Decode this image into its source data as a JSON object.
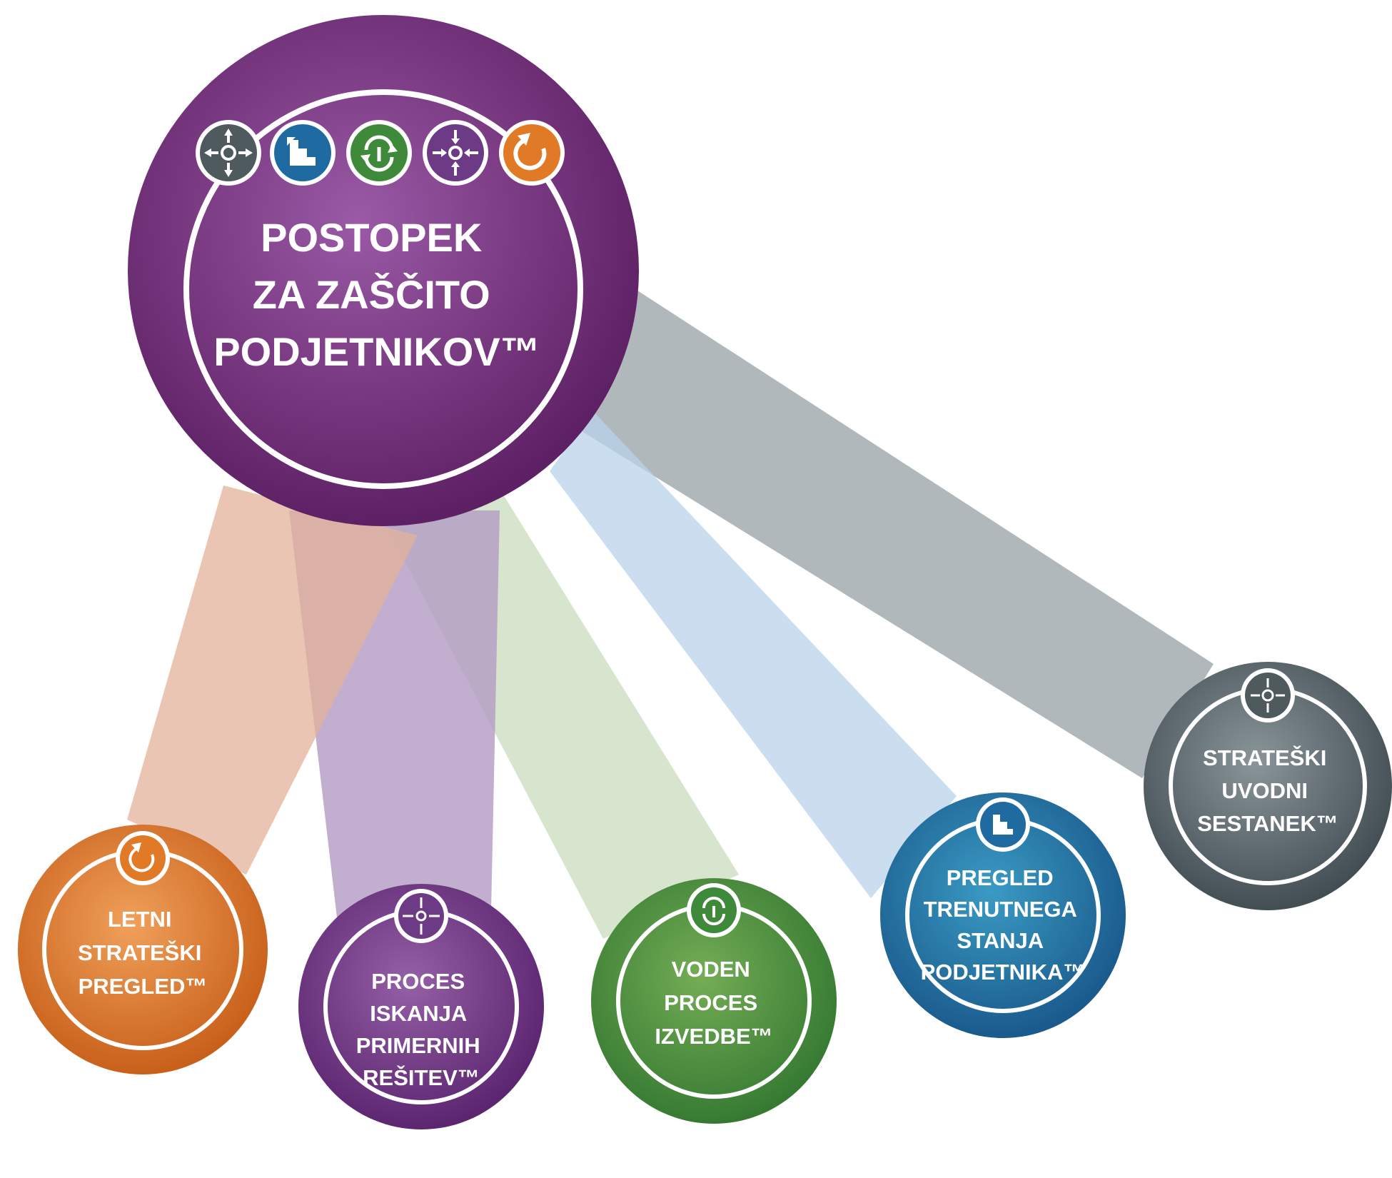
{
  "main": {
    "title_lines": [
      "POSTOPEK",
      "ZA ZAŠČITO",
      "PODJETNIKOV™"
    ],
    "color": "#6e2b74",
    "icons": [
      {
        "name": "compass-cross-icon",
        "color": "#4f5a5f"
      },
      {
        "name": "stairs-icon",
        "color": "#1f6aa0"
      },
      {
        "name": "cycle-arrows-icon",
        "color": "#3f8a3a"
      },
      {
        "name": "converge-arrows-icon",
        "color": "#6d3a86"
      },
      {
        "name": "refresh-arrow-icon",
        "color": "#e07a26"
      }
    ]
  },
  "steps": [
    {
      "id": "letni",
      "lines": [
        "LETNI",
        "STRATEŠKI",
        "PREGLED™"
      ],
      "color": "#d86d25",
      "beam": "#e3b299",
      "icon": "refresh-arrow-icon"
    },
    {
      "id": "proces-iskanja",
      "lines": [
        "PROCES",
        "ISKANJA",
        "PRIMERNIH",
        "REŠITEV™"
      ],
      "color": "#6b2f7f",
      "beam": "#b39bc4",
      "icon": "converge-arrows-icon"
    },
    {
      "id": "voden",
      "lines": [
        "VODEN",
        "PROCES",
        "IZVEDBE™"
      ],
      "color": "#3f8b3b",
      "beam": "#c9dbbd",
      "icon": "cycle-arrows-icon"
    },
    {
      "id": "pregled",
      "lines": [
        "PREGLED",
        "TRENUTNEGA",
        "STANJA",
        "PODJETNIKA™"
      ],
      "color": "#1d6298",
      "beam": "#b9d3e9",
      "icon": "stairs-icon"
    },
    {
      "id": "strateski-uvodni",
      "lines": [
        "STRATEŠKI",
        "UVODNI",
        "SESTANEK™"
      ],
      "color": "#4d5960",
      "beam": "#9ea6aa",
      "icon": "compass-cross-icon"
    }
  ]
}
